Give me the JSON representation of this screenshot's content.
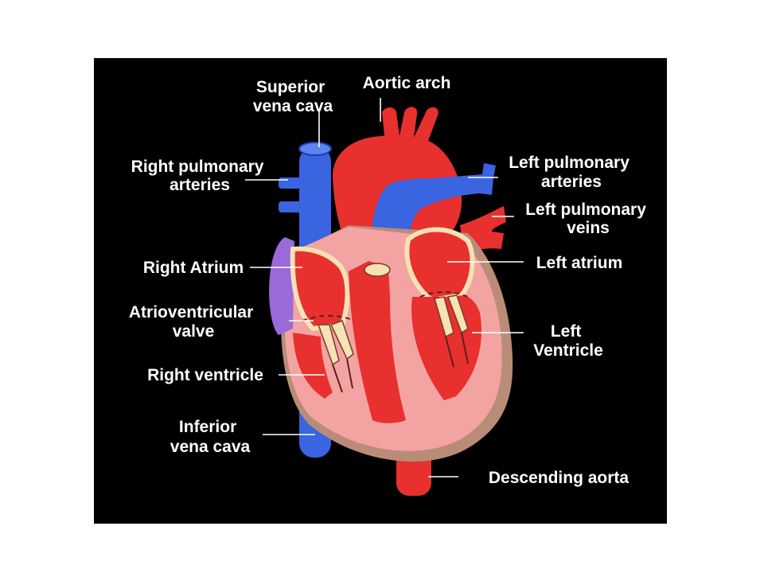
{
  "colors": {
    "background": "#000000",
    "oxygenated": "#e8302f",
    "deoxygenated": "#3a64e0",
    "wall": "#f4a3a3",
    "valve": "#f6e2b4",
    "pericardium": "#b98c78",
    "label": "#ffffff"
  },
  "labels": {
    "superior_vena_cava": [
      "Superior",
      "vena cava"
    ],
    "aortic_arch": [
      "Aortic arch"
    ],
    "right_pulmonary_arteries": [
      "Right pulmonary",
      "arteries"
    ],
    "left_pulmonary_arteries": [
      "Left pulmonary",
      "arteries"
    ],
    "left_pulmonary_veins": [
      "Left pulmonary",
      "veins"
    ],
    "right_atrium": [
      "Right Atrium"
    ],
    "left_atrium": [
      "Left  atrium"
    ],
    "atrioventricular_valve": [
      "Atrioventricular",
      "valve"
    ],
    "left_ventricle": [
      "Left",
      "Ventricle"
    ],
    "right_ventricle": [
      "Right ventricle"
    ],
    "inferior_vena_cava": [
      "Inferior",
      "vena cava"
    ],
    "descending_aorta": [
      "Descending aorta"
    ]
  }
}
